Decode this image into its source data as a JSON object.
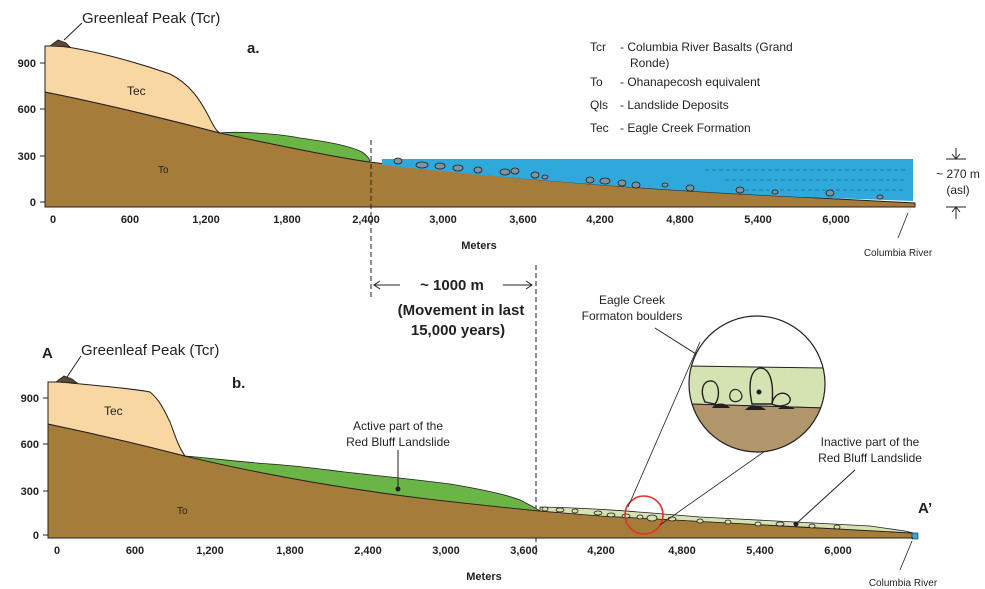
{
  "panel_a": {
    "letter": "a.",
    "peak_label": "Greenleaf Peak (Tcr)",
    "y_ticks": [
      "900",
      "600",
      "300",
      "0"
    ],
    "x_ticks": [
      "0",
      "600",
      "1,200",
      "1,800",
      "2,400",
      "3,000",
      "3,600",
      "4,200",
      "4,800",
      "5,400",
      "6,000"
    ],
    "x_axis_label": "Meters",
    "unit_tec": "Tec",
    "unit_to": "To",
    "river_label": "Columbia River",
    "water_level": "~ 270 m",
    "water_level_note": "(asl)"
  },
  "legend": [
    {
      "code": "Tcr",
      "desc_lines": [
        "- Columbia River Basalts (Grand",
        "Ronde)"
      ]
    },
    {
      "code": "To",
      "desc_lines": [
        "- Ohanapecosh equivalent"
      ]
    },
    {
      "code": "Qls",
      "desc_lines": [
        "- Landslide Deposits"
      ]
    },
    {
      "code": "Tec",
      "desc_lines": [
        "- Eagle Creek Formation"
      ]
    }
  ],
  "movement": {
    "distance": "~ 1000 m",
    "note_line1": "(Movement in last",
    "note_line2": "15,000 years)"
  },
  "panel_b": {
    "letter": "b.",
    "section_start": "A",
    "section_end": "A’",
    "peak_label": "Greenleaf Peak (Tcr)",
    "y_ticks": [
      "900",
      "600",
      "300",
      "0"
    ],
    "x_ticks": [
      "0",
      "600",
      "1,200",
      "1,800",
      "2,400",
      "3,000",
      "3,600",
      "4,200",
      "4,800",
      "5,400",
      "6,000"
    ],
    "x_axis_label": "Meters",
    "unit_tec": "Tec",
    "unit_to": "To",
    "river_label": "Columbia River",
    "active_line1": "Active part of the",
    "active_line2": "Red Bluff Landslide",
    "inactive_line1": "Inactive part of the",
    "inactive_line2": "Red Bluff Landslide",
    "boulders_line1": "Eagle Creek",
    "boulders_line2": "Formaton boulders"
  },
  "colors": {
    "tec": "#f8d7a2",
    "to": "#a57c39",
    "landslide_active": "#6ab545",
    "landslide_inactive": "#d5e3b3",
    "water": "#2fa8dc",
    "basalt": "#5b4a3a",
    "highlight": "#e2312b"
  }
}
